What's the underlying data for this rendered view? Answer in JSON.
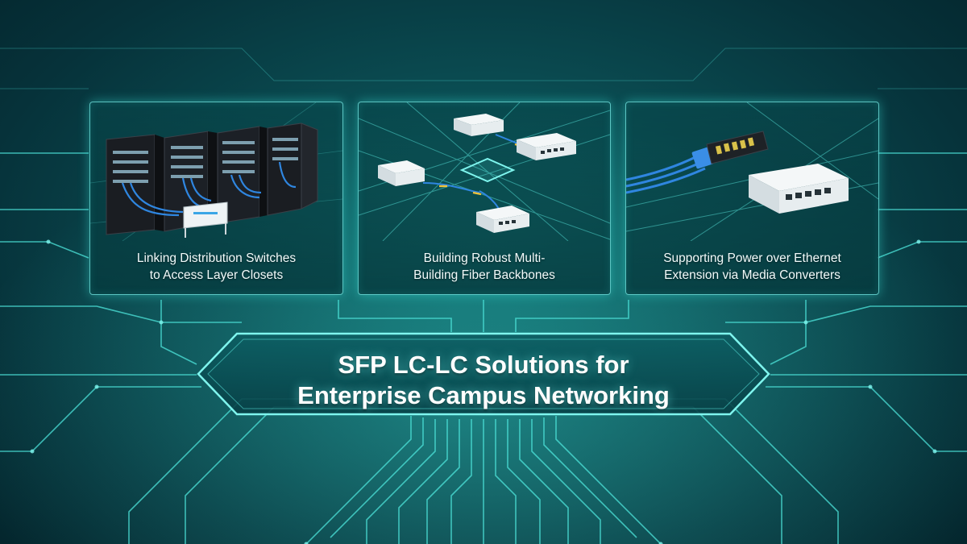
{
  "cards": [
    {
      "caption_line1": "Linking Distribution Switches",
      "caption_line2": "to Access Layer Closets",
      "illustration": "server-racks-icon"
    },
    {
      "caption_line1": "Building Robust Multi-",
      "caption_line2": "Building Fiber Backbones",
      "illustration": "network-switches-icon"
    },
    {
      "caption_line1": "Supporting Power over Ethernet",
      "caption_line2": "Extension via Media Converters",
      "illustration": "media-converter-icon"
    }
  ],
  "title": {
    "line1": "SFP LC-LC Solutions for",
    "line2": "Enterprise Campus Networking"
  },
  "colors": {
    "accent": "#5ef0e6",
    "background": "#0a4a50",
    "cable_blue": "#2f86e0",
    "title_text": "#ffffff"
  }
}
